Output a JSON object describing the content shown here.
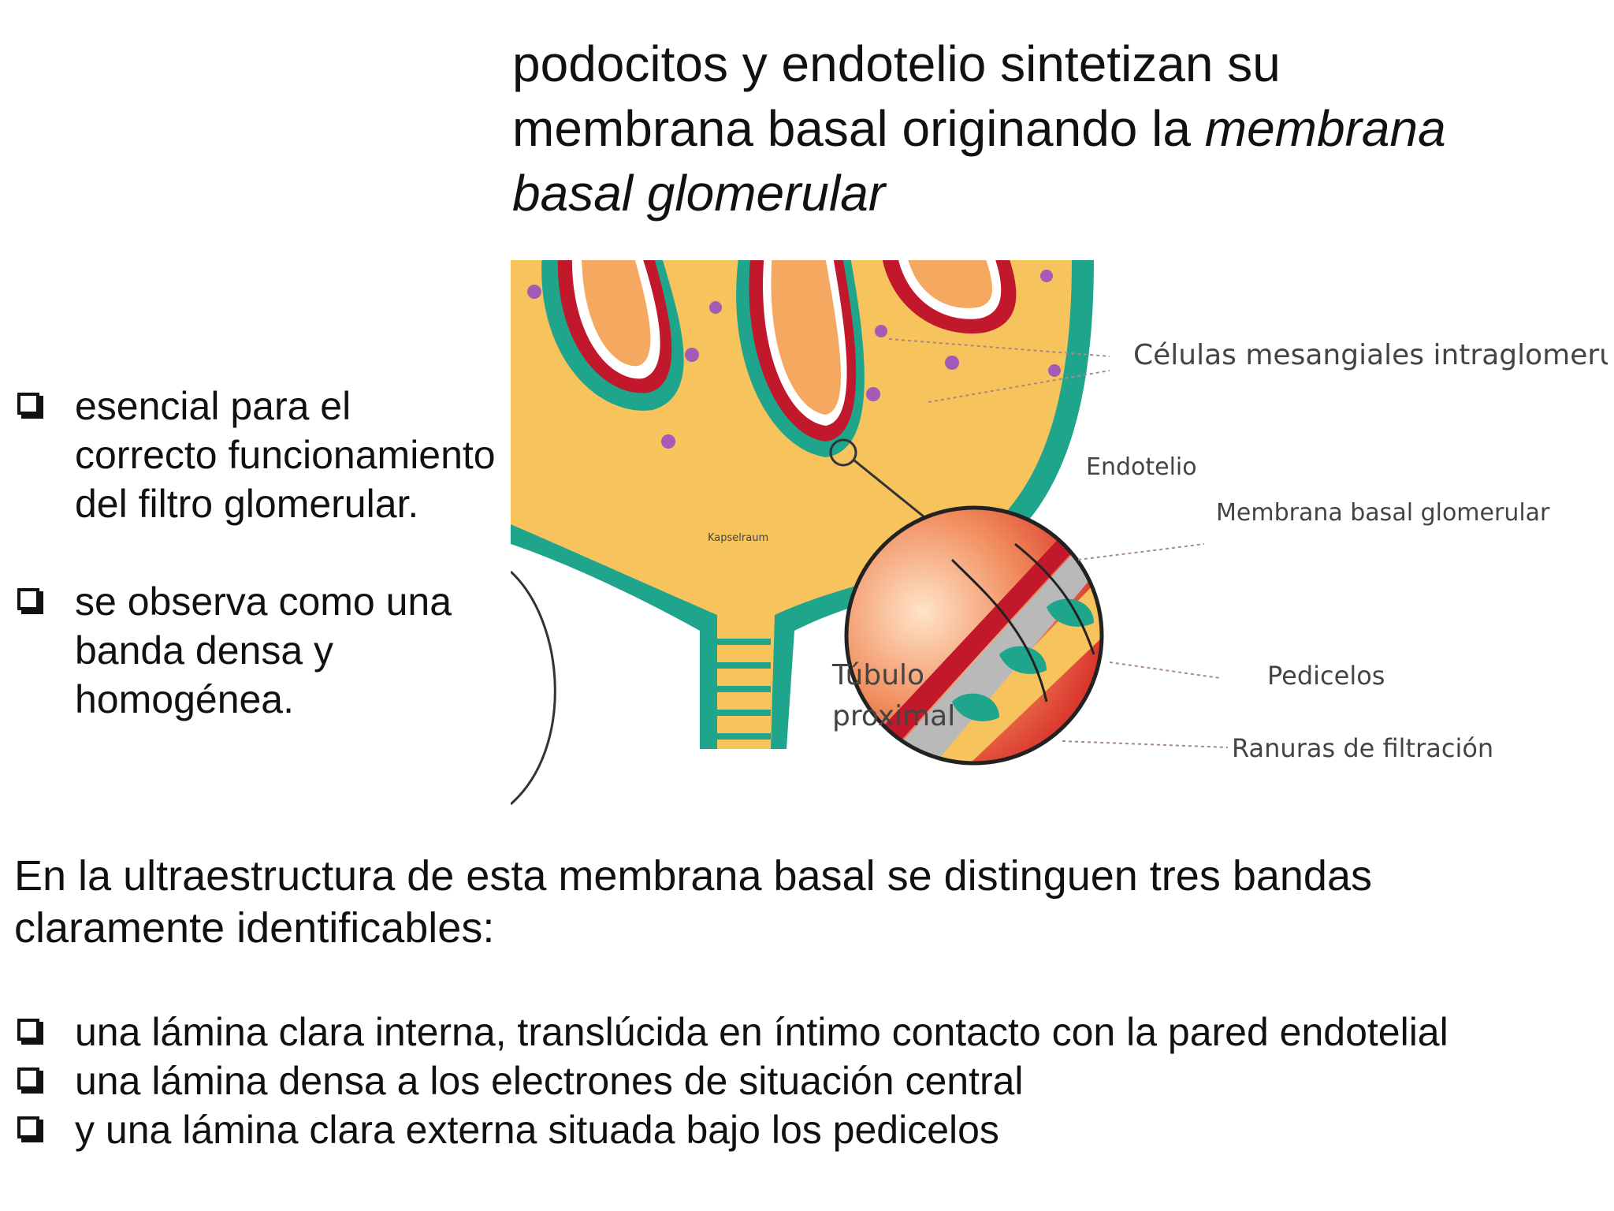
{
  "title": {
    "line1": "podocitos y endotelio sintetizan su",
    "line2_plain": "membrana basal originando la ",
    "line2_italic": "membrana",
    "line3_italic": "basal glomerular"
  },
  "side_bullets": [
    {
      "lines": [
        "esencial para el",
        "correcto funcionamiento",
        "del filtro glomerular."
      ]
    },
    {
      "lines": [
        "se observa como una",
        "banda densa y",
        "homogénea."
      ]
    }
  ],
  "diagram": {
    "labels": {
      "mesangial": "Células mesangiales intraglomerula",
      "endotelio": "Endotelio",
      "membrana": "Membrana basal glomerular",
      "kapselraum": "Kapselraum",
      "tubulo_1": "Túbulo",
      "tubulo_2": "proximal",
      "pedicelos": "Pedicelos",
      "ranuras": "Ranuras de filtración"
    },
    "colors": {
      "capsule_fill": "#f7c35c",
      "epithelium": "#1fa58c",
      "capillary_wall": "#c2182b",
      "capillary_fill": "#f4a860",
      "mesangial": "#a35bb5",
      "basement_gray": "#b9b9b9"
    }
  },
  "intro": {
    "line1": "En la ultraestructura de esta membrana basal se distinguen tres bandas",
    "line2": "claramente identificables:"
  },
  "bottom_bullets": [
    "una lámina clara interna, translúcida en íntimo contacto con la pared endotelial",
    "una lámina densa a los electrones de situación central",
    "y una lámina clara externa situada bajo los pedicelos"
  ]
}
